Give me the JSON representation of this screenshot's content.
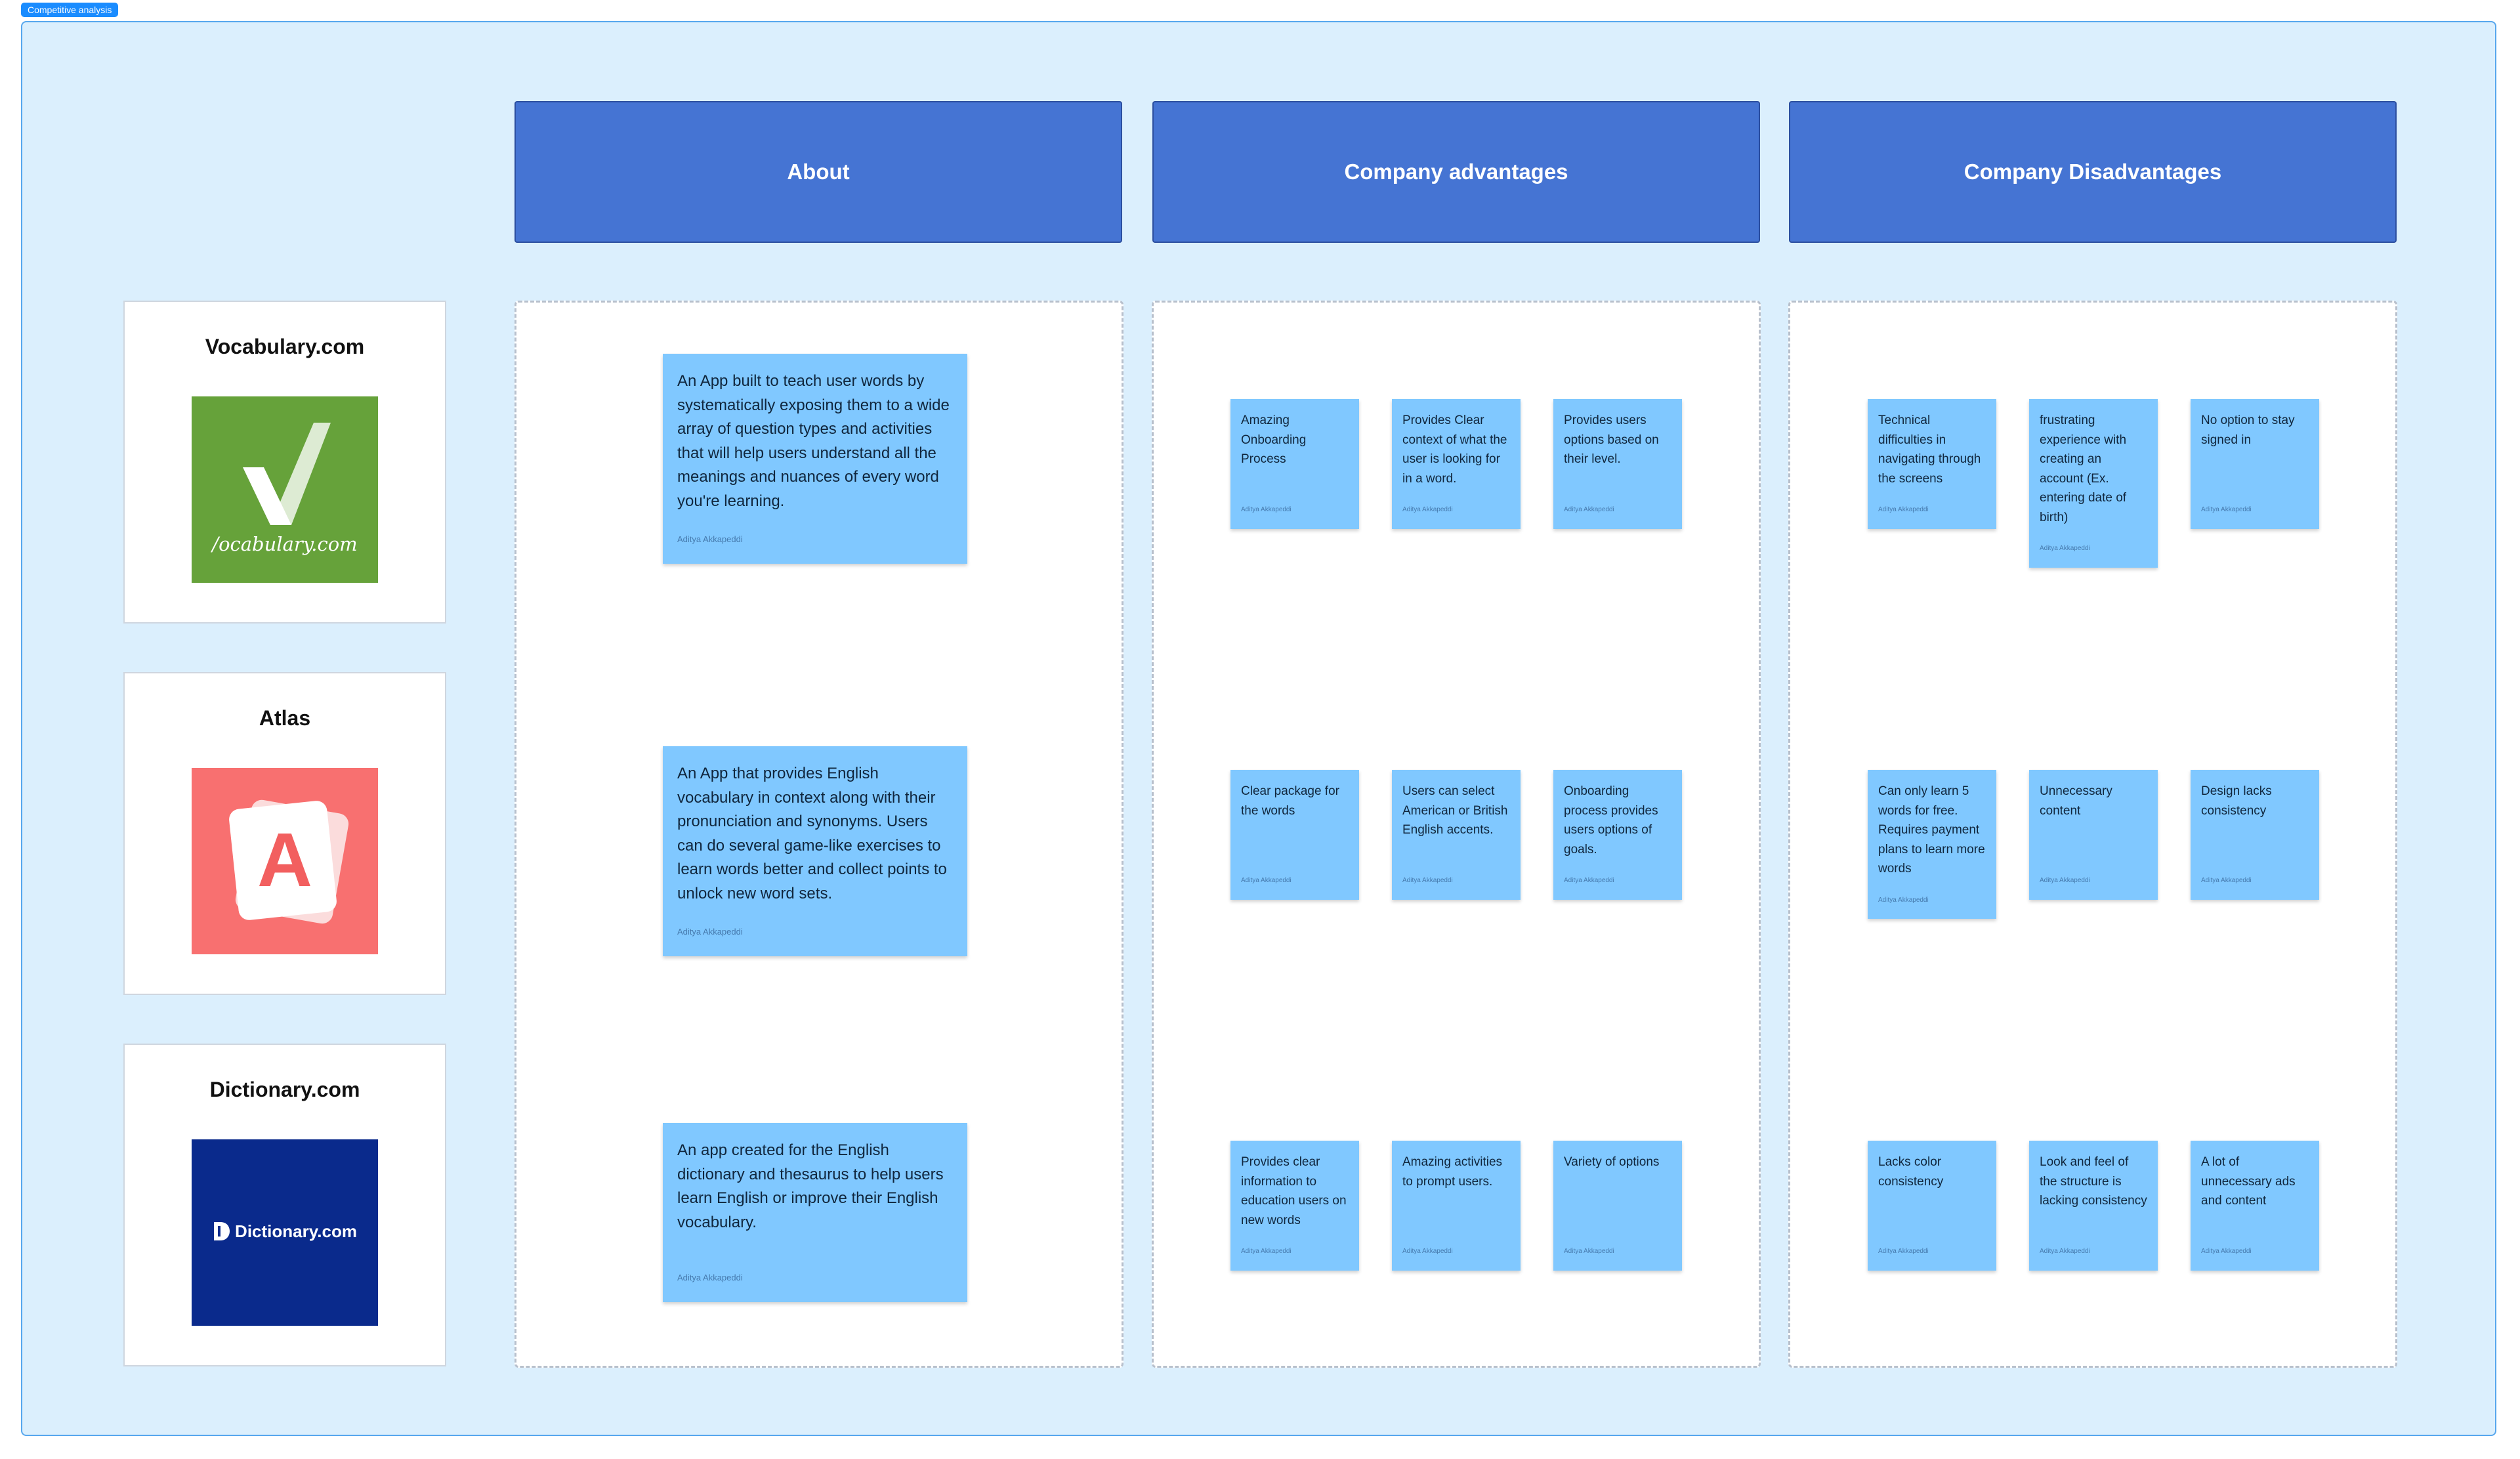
{
  "frame": {
    "label": "Competitive analysis"
  },
  "headers": {
    "about": "About",
    "advantages": "Company advantages",
    "disadvantages": "Company Disadvantages"
  },
  "companies": [
    {
      "name": "Vocabulary.com",
      "logo_text": "/ocabulary.com",
      "logo_color": "#66a23a"
    },
    {
      "name": "Atlas",
      "logo_text": "A",
      "logo_color": "#f87070"
    },
    {
      "name": "Dictionary.com",
      "logo_text": "Dictionary.com",
      "logo_color": "#0a2a8c"
    }
  ],
  "author": "Aditya Akkapeddi",
  "about": [
    "An App built to teach user words by systematically exposing them to a wide array of question types and activities that will help users understand all the meanings and nuances of every word you're learning.",
    "An App that provides English vocabulary in context along with their pronunciation and synonyms. Users can do several game-like exercises to learn words better and collect points to unlock new word sets.",
    "An app created for the English dictionary and thesaurus to help users learn English or improve their English vocabulary."
  ],
  "advantages": [
    [
      "Amazing Onboarding Process",
      "Provides Clear context of what the user is looking for in a word.",
      "Provides users options based on their level."
    ],
    [
      "Clear package for the words",
      "Users can select American or British English accents.",
      "Onboarding process provides users options of goals."
    ],
    [
      "Provides clear information to education users on new words",
      "Amazing activities to prompt users.",
      "Variety of options"
    ]
  ],
  "disadvantages": [
    [
      "Technical difficulties in navigating through the screens",
      "frustrating experience with creating an account (Ex. entering date of birth)",
      "No option to stay signed in"
    ],
    [
      "Can only learn 5 words for free. Requires payment plans to learn more words",
      "Unnecessary content",
      "Design lacks consistency"
    ],
    [
      "Lacks color consistency",
      "Look and feel of the structure is lacking consistency",
      "A lot of unnecessary ads and content"
    ]
  ]
}
